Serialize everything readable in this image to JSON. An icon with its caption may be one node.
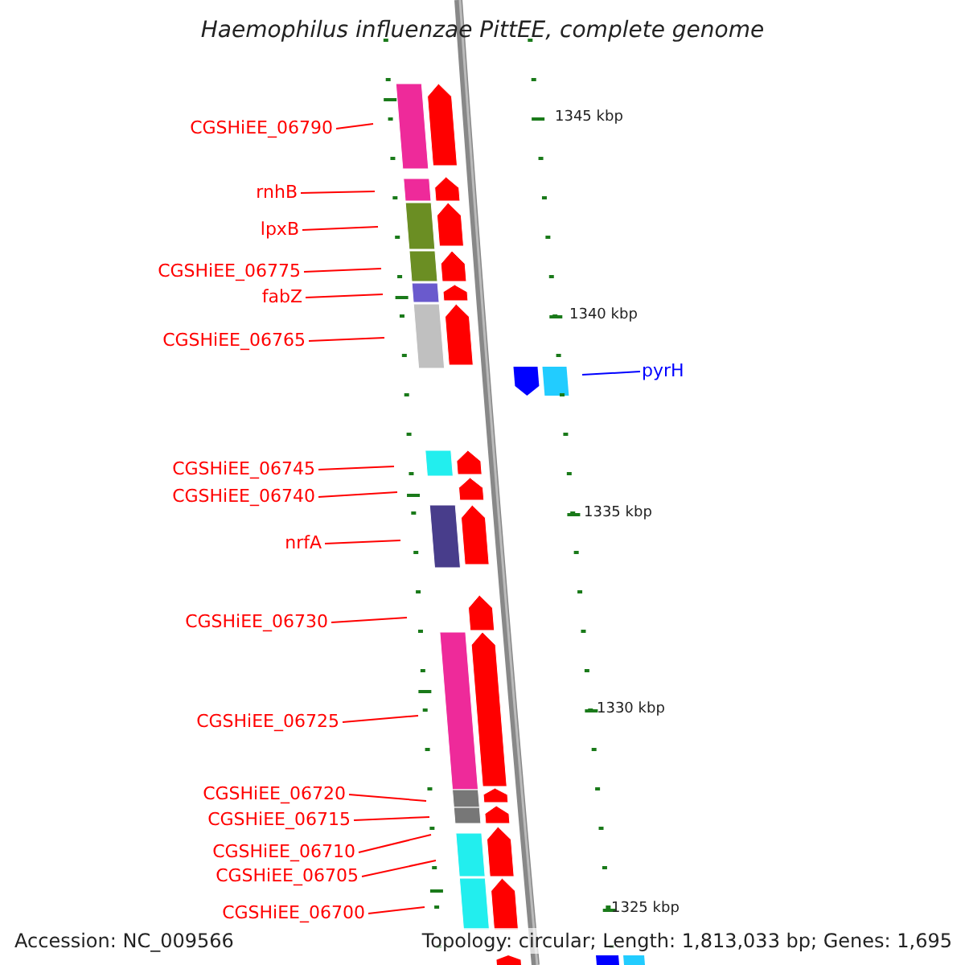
{
  "diagram": {
    "title": "Haemophilus influenzae PittEE, complete genome",
    "nodes": [
      {
        "text": [
          "CGSHiEE_06790"
        ]
      },
      {
        "text": [
          "rnhB"
        ]
      },
      {
        "text": [
          "lpxB"
        ]
      },
      {
        "text": [
          "CGSHiEE_06775"
        ]
      },
      {
        "text": [
          "fabZ"
        ]
      },
      {
        "text": [
          "CGSHiEE_06765"
        ]
      },
      {
        "text": [
          "pyrH"
        ]
      },
      {
        "text": [
          "CGSHiEE_06745"
        ]
      },
      {
        "text": [
          "CGSHiEE_06740"
        ]
      },
      {
        "text": [
          "nrfA"
        ]
      },
      {
        "text": [
          "CGSHiEE_06730"
        ]
      },
      {
        "text": [
          "CGSHiEE_06725"
        ]
      },
      {
        "text": [
          "CGSHiEE_06720"
        ]
      },
      {
        "text": [
          "CGSHiEE_06715"
        ]
      },
      {
        "text": [
          "CGSHiEE_06710"
        ]
      },
      {
        "text": [
          "CGSHiEE_06705"
        ]
      },
      {
        "text": [
          "CGSHiEE_06700"
        ]
      }
    ],
    "edges": [
      {
        "from": 0,
        "to": null,
        "arrow": "none"
      },
      {
        "from": 1,
        "to": null,
        "arrow": "none"
      },
      {
        "from": 2,
        "to": null,
        "arrow": "none"
      },
      {
        "from": 3,
        "to": null,
        "arrow": "none"
      },
      {
        "from": 4,
        "to": null,
        "arrow": "none"
      },
      {
        "from": 5,
        "to": null,
        "arrow": "none"
      },
      {
        "from": 6,
        "to": null,
        "arrow": "none",
        "color": "#0000ff"
      },
      {
        "from": 7,
        "to": null,
        "arrow": "none"
      },
      {
        "from": 8,
        "to": null,
        "arrow": "none"
      },
      {
        "from": 9,
        "to": null,
        "arrow": "none"
      },
      {
        "from": 10,
        "to": null,
        "arrow": "none"
      },
      {
        "from": 11,
        "to": null,
        "arrow": "none"
      },
      {
        "from": 12,
        "to": null,
        "arrow": "none"
      },
      {
        "from": 13,
        "to": null,
        "arrow": "none"
      },
      {
        "from": 14,
        "to": null,
        "arrow": "none"
      },
      {
        "from": 15,
        "to": null,
        "arrow": "none"
      },
      {
        "from": 16,
        "to": null,
        "arrow": "none"
      }
    ],
    "labels": [
      "1345 kbp",
      "1340 kbp",
      "1335 kbp",
      "1330 kbp",
      "1325 kbp",
      "Accession: NC_009566",
      "Topology: circular; Length: 1,813,033 bp; Genes: 1,695"
    ]
  }
}
